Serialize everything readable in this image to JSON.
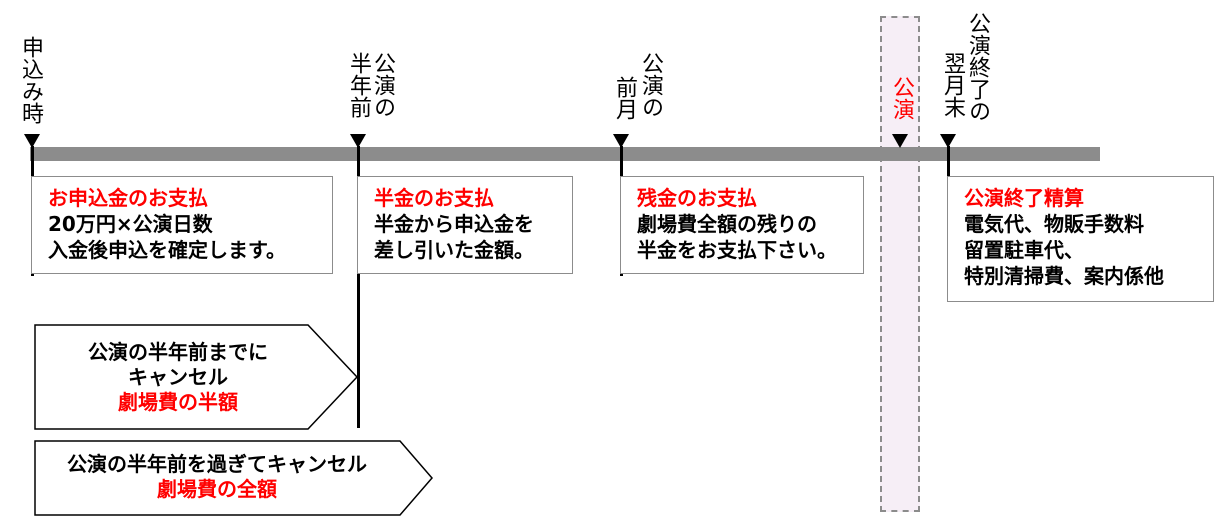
{
  "milestones": {
    "apply": "申込み時",
    "half_year_before": [
      "公演の",
      "半年前"
    ],
    "month_before": [
      "公演の",
      "前月"
    ],
    "performance": "公演",
    "end_month": [
      "公演終了の",
      "翌月末"
    ]
  },
  "boxes": {
    "apply": {
      "title": "お申込金のお支払",
      "lines": [
        "20万円×公演日数",
        "入金後申込を確定します。"
      ]
    },
    "half": {
      "title": "半金のお支払",
      "lines": [
        "半金から申込金を",
        "差し引いた金額。"
      ]
    },
    "rest": {
      "title": "残金のお支払",
      "lines": [
        "劇場費全額の残りの",
        "半金をお支払下さい。"
      ]
    },
    "settle": {
      "title": "公演終了精算",
      "lines": [
        "電気代、物販手数料",
        "留置駐車代、",
        "特別清掃費、案内係他"
      ]
    }
  },
  "cancellation": {
    "before": {
      "line1": "公演の半年前までに",
      "line2": "キャンセル",
      "line3": "劇場費の半額"
    },
    "after": {
      "line1": "公演の半年前を過ぎてキャンセル",
      "line2": "劇場費の全額"
    }
  },
  "colors": {
    "accent": "#ff0000",
    "bar": "#8c8c8c",
    "band": "#f6eef6"
  }
}
